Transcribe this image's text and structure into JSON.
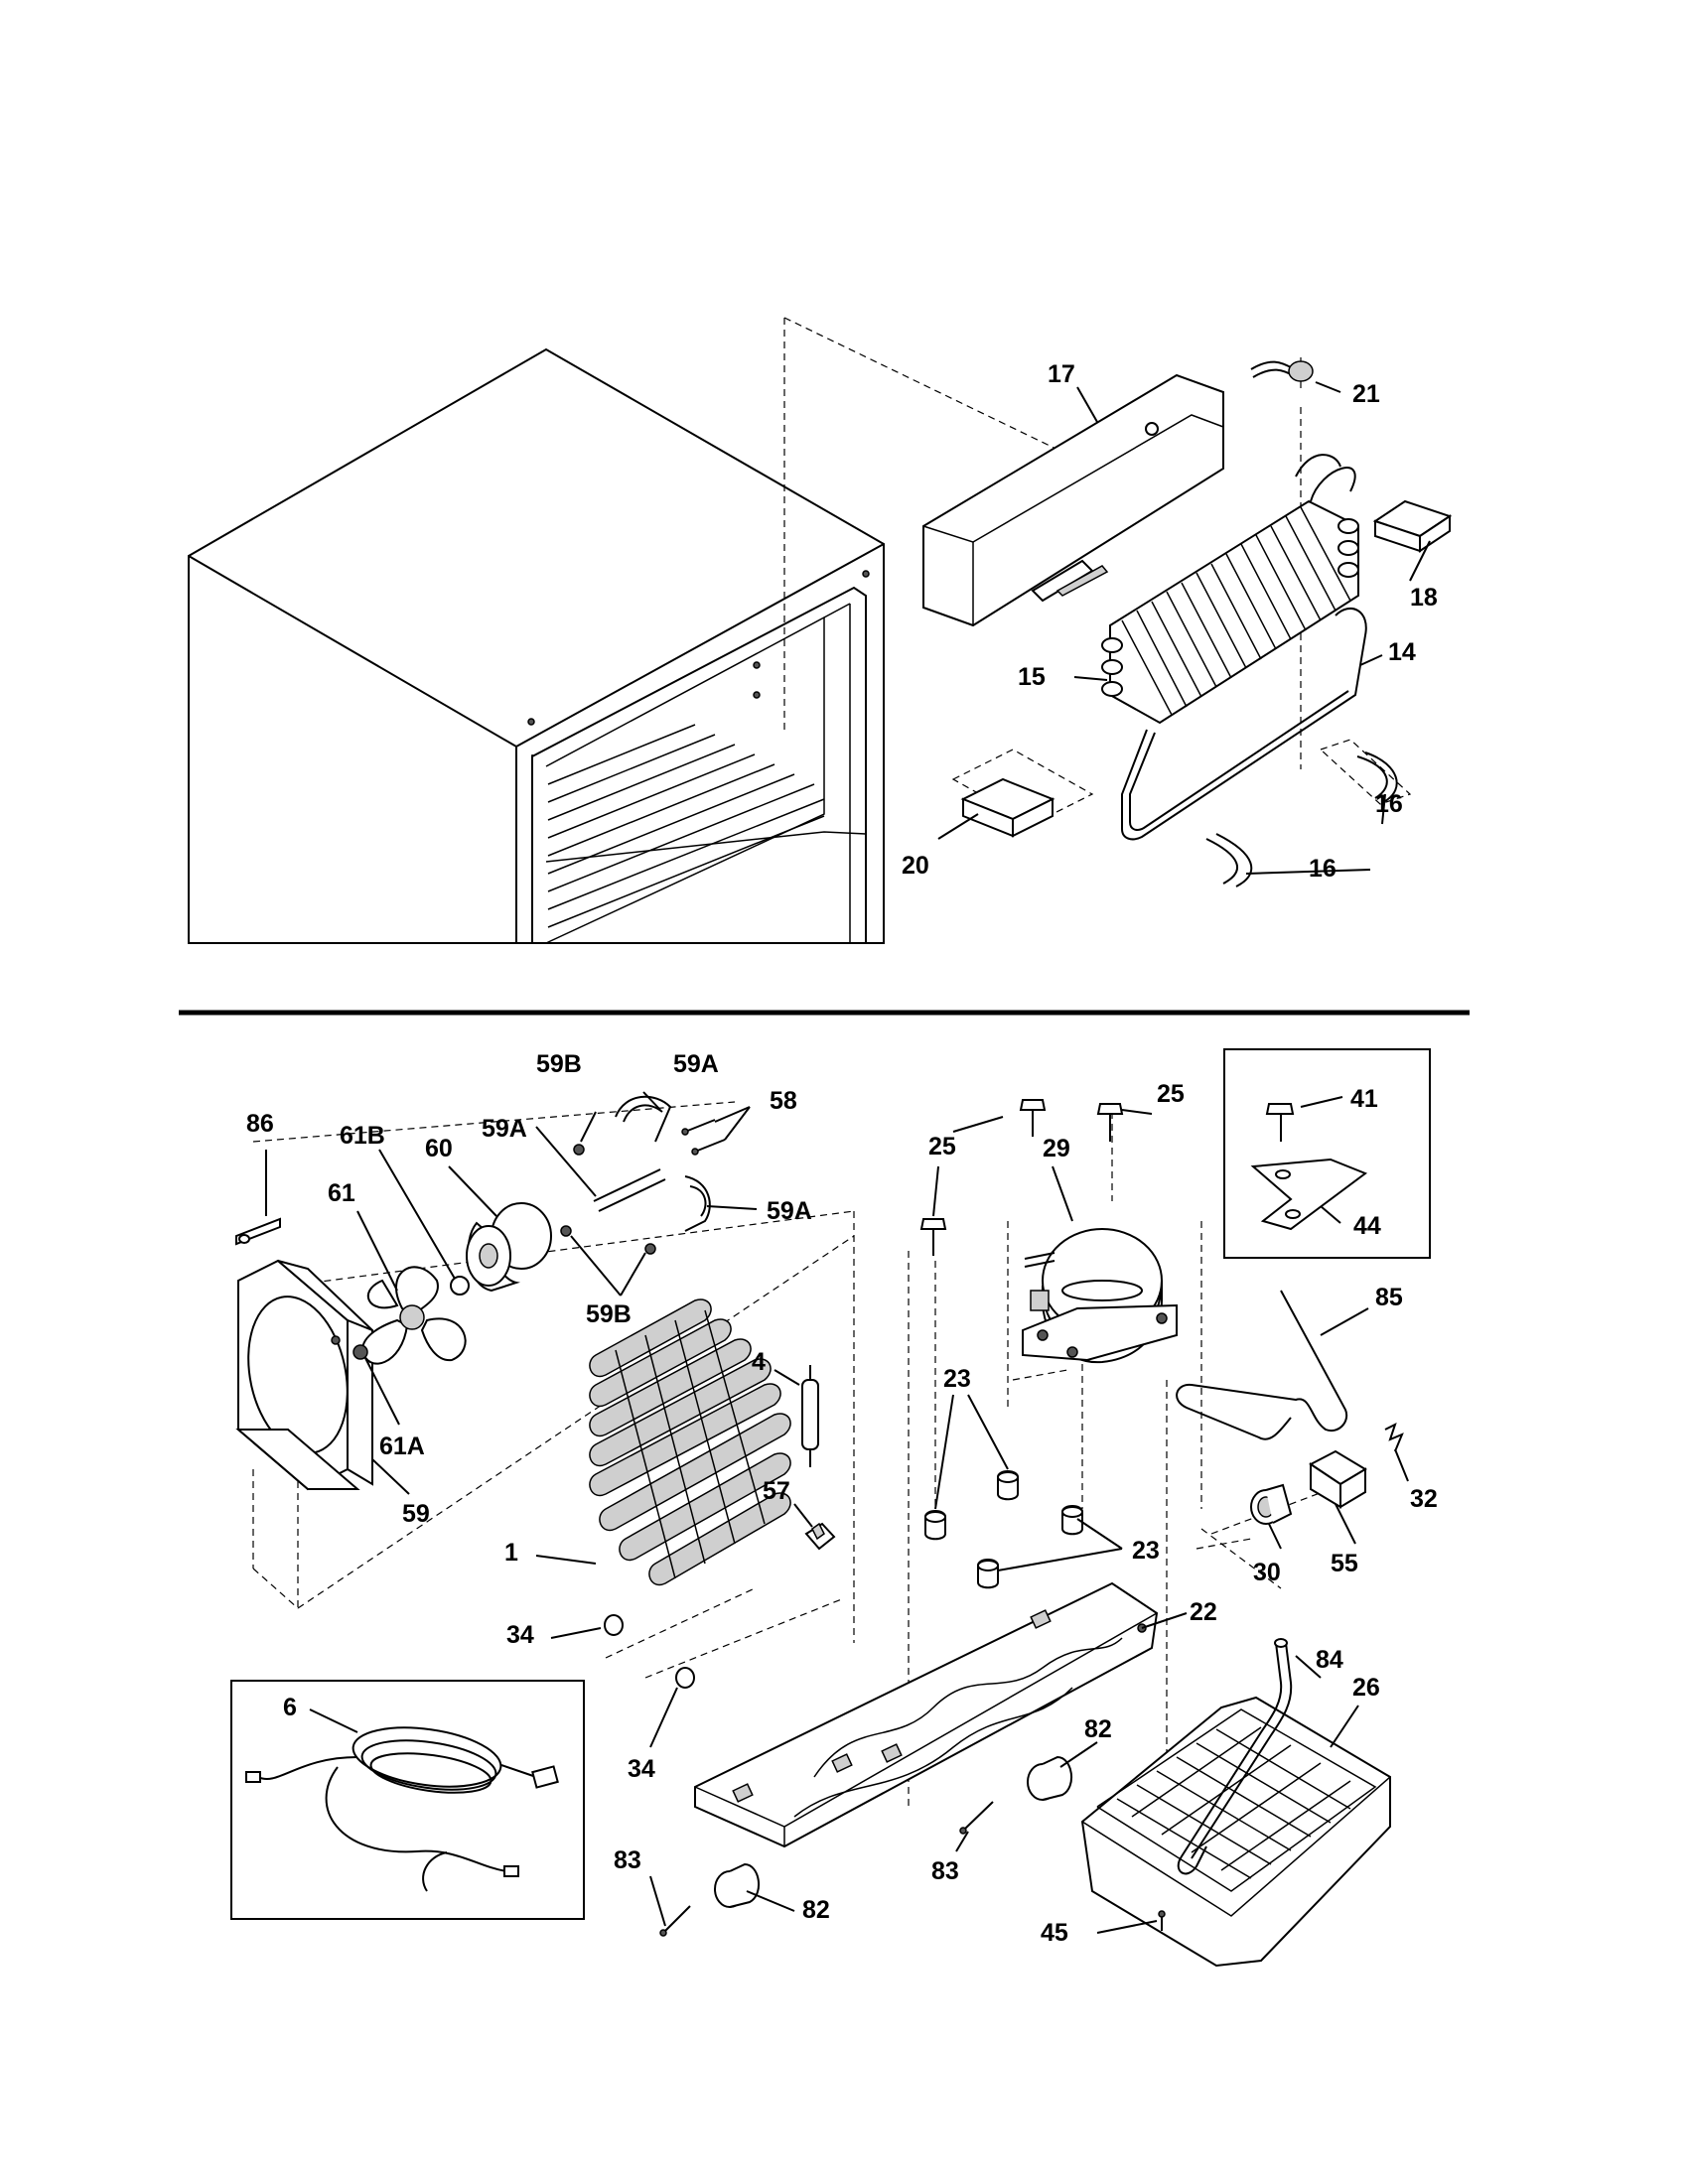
{
  "callouts": {
    "c1": "1",
    "c4": "4",
    "c6": "6",
    "c14": "14",
    "c15": "15",
    "c16a": "16",
    "c16b": "16",
    "c17": "17",
    "c18": "18",
    "c20": "20",
    "c21": "21",
    "c22": "22",
    "c23a": "23",
    "c23b": "23",
    "c25a": "25",
    "c25b": "25",
    "c26": "26",
    "c29": "29",
    "c30": "30",
    "c32": "32",
    "c34a": "34",
    "c34b": "34",
    "c41": "41",
    "c44": "44",
    "c45": "45",
    "c55": "55",
    "c57": "57",
    "c58": "58",
    "c59": "59",
    "c59a1": "59A",
    "c59a2": "59A",
    "c59a3": "59A",
    "c59b1": "59B",
    "c59b2": "59B",
    "c60": "60",
    "c61": "61",
    "c61a": "61A",
    "c61b": "61B",
    "c82a": "82",
    "c82b": "82",
    "c83a": "83",
    "c83b": "83",
    "c84": "84",
    "c85": "85",
    "c86": "86"
  }
}
